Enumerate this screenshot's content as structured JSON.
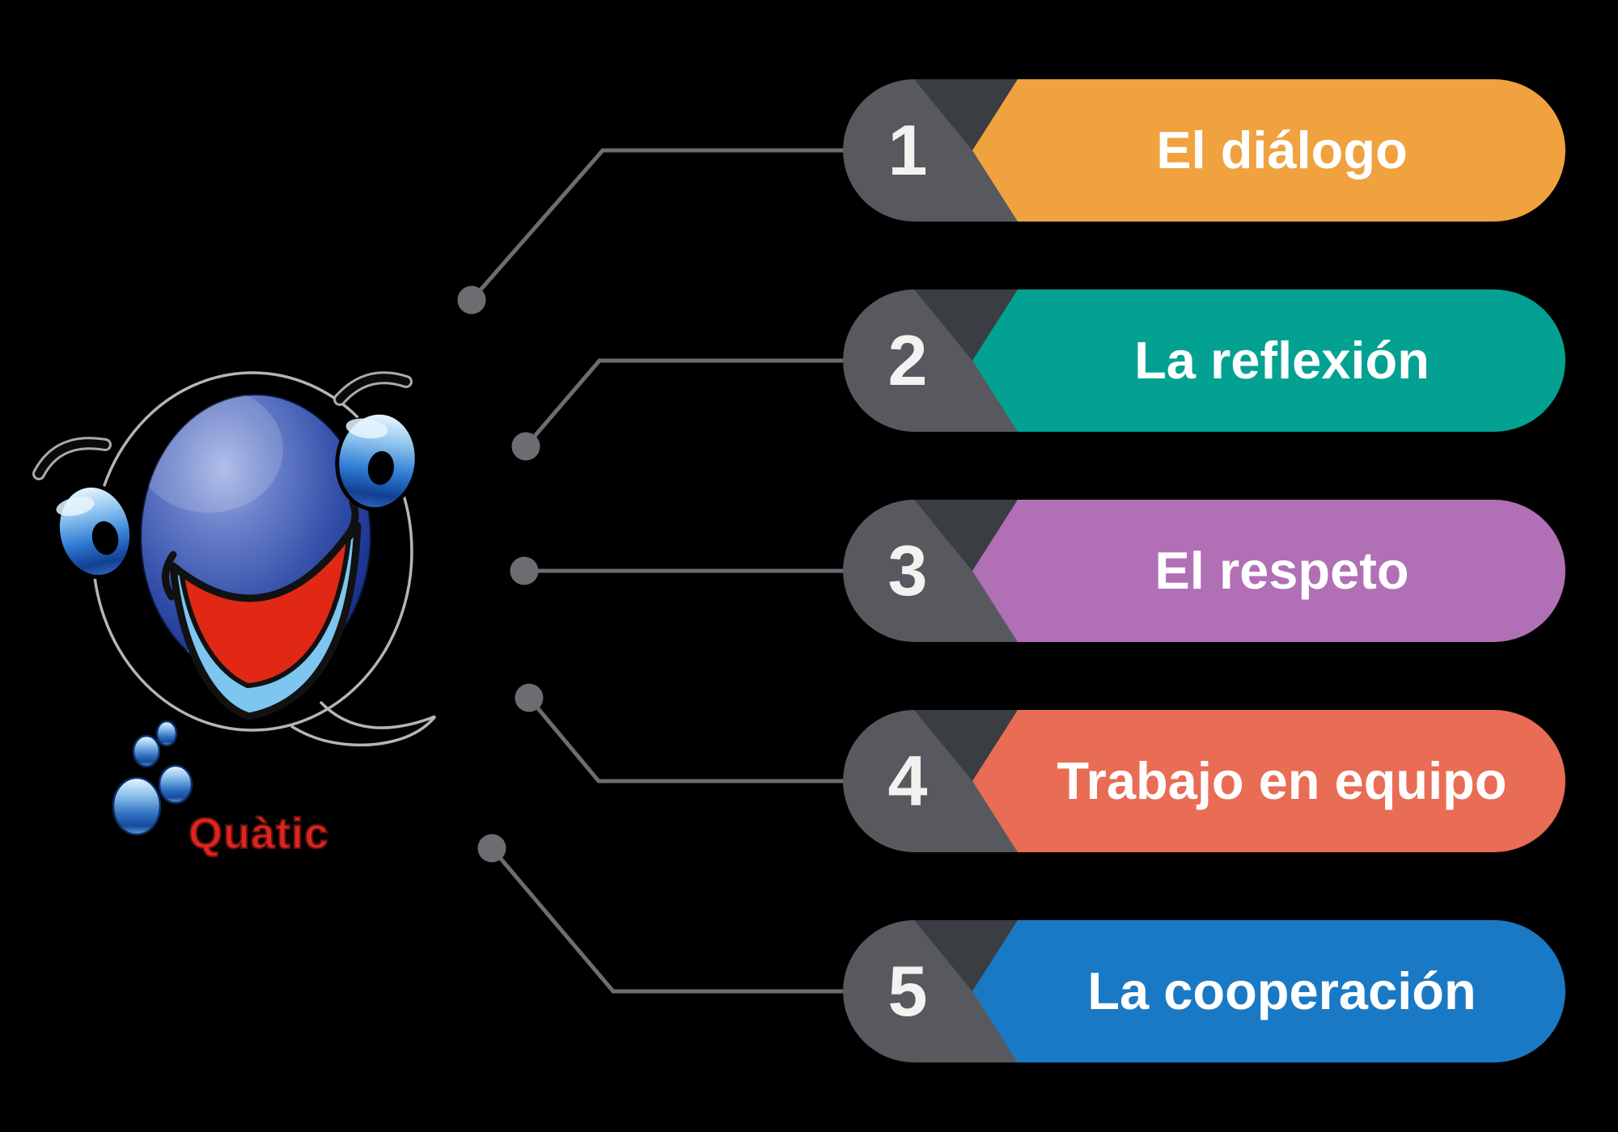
{
  "logo": {
    "text": "Quàtic"
  },
  "items": [
    {
      "number": "1",
      "label": "El diálogo",
      "color": "#F0A23F"
    },
    {
      "number": "2",
      "label": "La reflexión",
      "color": "#03A192"
    },
    {
      "number": "3",
      "label": "El respeto",
      "color": "#B16FB6"
    },
    {
      "number": "4",
      "label": "Trabajo en equipo",
      "color": "#E96C55"
    },
    {
      "number": "5",
      "label": "La cooperación",
      "color": "#1A79C4"
    }
  ],
  "colors": {
    "background": "#000000",
    "number_capsule_gray": "#57595E",
    "fold_dark_gray": "#3A3D42",
    "connector_gray": "#6B6D71",
    "number_text": "#F2F2F1",
    "label_text": "#FFFFFF",
    "logo_text_red": "#E0241D",
    "mascot_blue": "#3A55AD",
    "mouth_red": "#E12814",
    "lip_light_blue": "#7CC6F0"
  }
}
